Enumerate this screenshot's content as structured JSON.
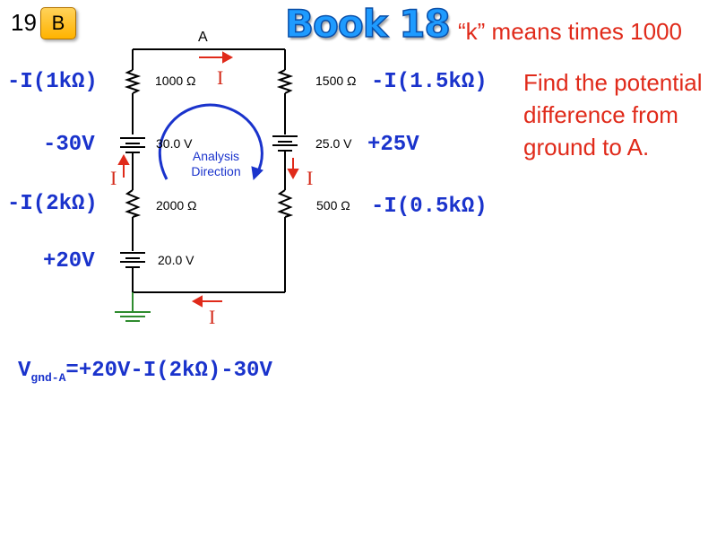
{
  "header": {
    "slide_number": "19",
    "badge": "B",
    "book_title": "Book 18",
    "note": "“k” means times 1000"
  },
  "question": "Find the potential difference from ground to A.",
  "circuit": {
    "node_label": "A",
    "current_symbol": "I",
    "analysis_line1": "Analysis",
    "analysis_line2": "Direction",
    "components": {
      "r_top_left": "1000 Ω",
      "r_top_right": "1500 Ω",
      "bat_left_upper": "30.0 V",
      "bat_right": "25.0 V",
      "r_bottom_left": "2000 Ω",
      "r_bottom_right": "500 Ω",
      "bat_left_lower": "20.0 V"
    }
  },
  "annotations": {
    "drop_1k": "-I(1kΩ)",
    "drop_30v": "-30V",
    "drop_2k": "-I(2kΩ)",
    "rise_20v": "+20V",
    "drop_1_5k": "-I(1.5kΩ)",
    "rise_25v": "+25V",
    "drop_0_5k": "-I(0.5kΩ)"
  },
  "equation": {
    "v": "V",
    "sub": "gnd-A",
    "rhs": "=+20V-I(2kΩ)-30V"
  },
  "colors": {
    "red": "#e02a1a",
    "blue": "#1a33cc",
    "title_blue": "#1e9bff",
    "ground_green": "#2e8b2e"
  }
}
